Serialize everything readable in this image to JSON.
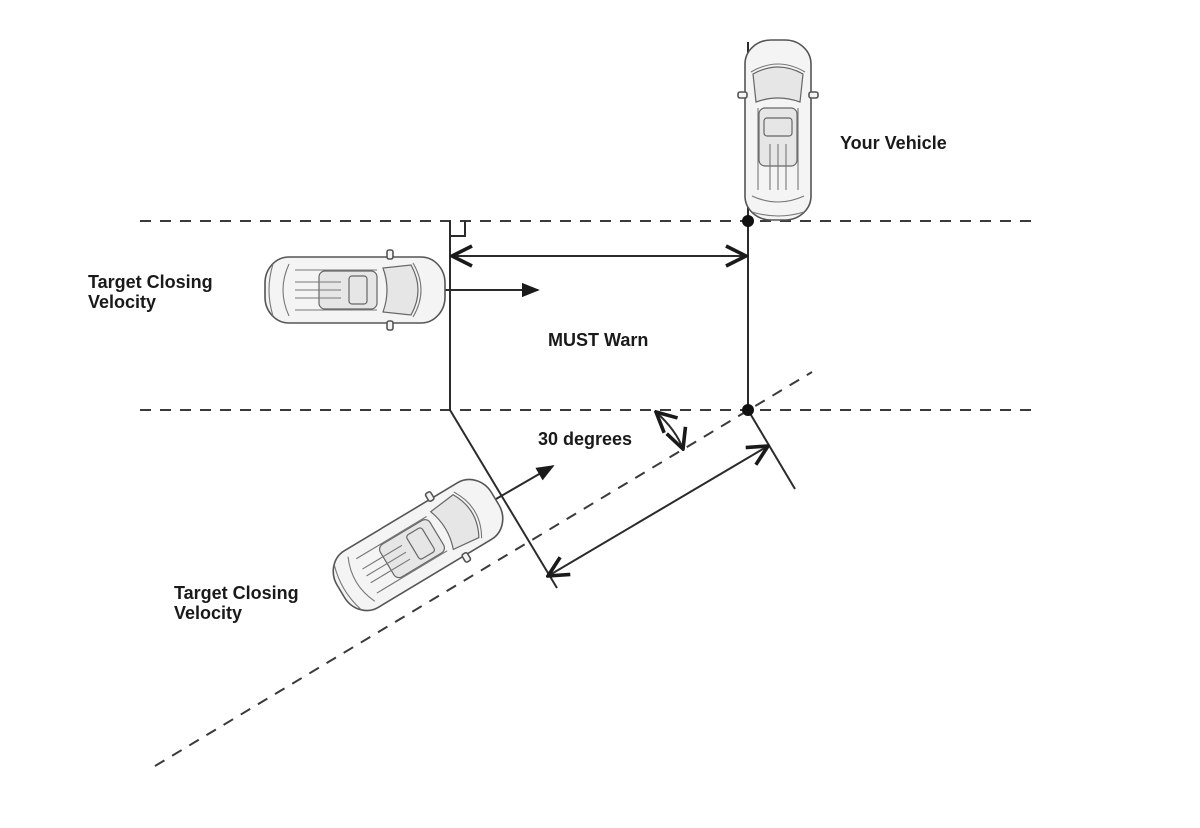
{
  "labels": {
    "your_vehicle": "Your Vehicle",
    "target_closing_velocity_top": [
      "Target Closing",
      "Velocity"
    ],
    "must_warn": "MUST Warn",
    "angle": "30 degrees",
    "target_closing_velocity_bottom": [
      "Target Closing",
      "Velocity"
    ]
  },
  "icons": {
    "ego_vehicle": "car-top-view-icon",
    "target_vehicle_side": "car-top-view-icon",
    "target_vehicle_angled": "car-top-view-icon"
  },
  "colors": {
    "line": "#2b2b2b",
    "car_fill": "#f4f4f4"
  }
}
